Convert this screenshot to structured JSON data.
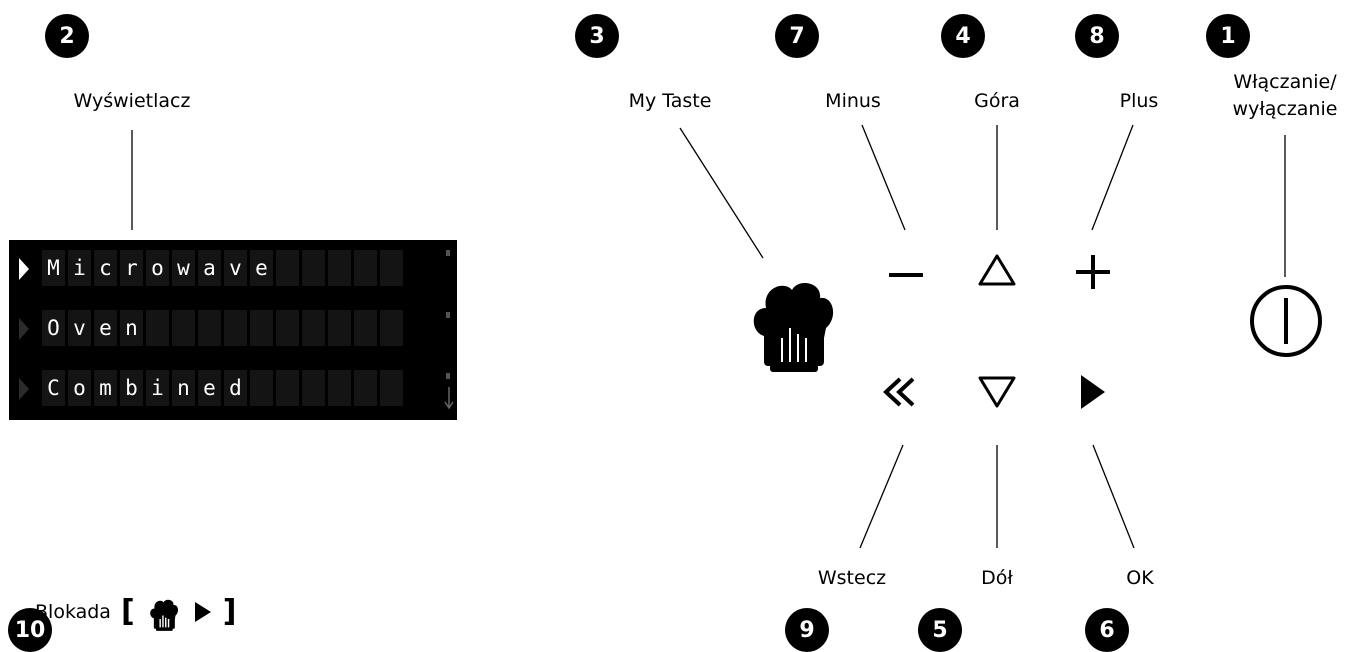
{
  "callouts": [
    {
      "number": "2",
      "label": "Wyświetlacz"
    },
    {
      "number": "3",
      "label": "My Taste"
    },
    {
      "number": "7",
      "label": "Minus"
    },
    {
      "number": "4",
      "label": "Góra"
    },
    {
      "number": "8",
      "label": "Plus"
    },
    {
      "number": "1",
      "label_line1": "Włączanie/",
      "label_line2": "wyłączanie"
    },
    {
      "number": "9",
      "label": "Wstecz"
    },
    {
      "number": "5",
      "label": "Dół"
    },
    {
      "number": "6",
      "label": "OK"
    },
    {
      "number": "10",
      "label": "Blokada"
    }
  ],
  "display": {
    "rows": [
      {
        "text": "Microwave",
        "active": true
      },
      {
        "text": "Oven",
        "active": false
      },
      {
        "text": "Combined",
        "active": false
      }
    ]
  },
  "lock": {
    "bracket_open": "[",
    "bracket_close": "]"
  },
  "icons": [
    "chef-hat-icon",
    "minus-icon",
    "up-triangle-icon",
    "plus-icon",
    "power-icon",
    "double-chevron-left-icon",
    "down-triangle-icon",
    "play-right-icon",
    "oven-fan-icon",
    "steam-icon",
    "touch-icon",
    "drop-icon"
  ],
  "colors": {
    "badge": "#000000",
    "display_bg": "#000000",
    "cell_bg": "#141414",
    "text": "#ffffff"
  }
}
